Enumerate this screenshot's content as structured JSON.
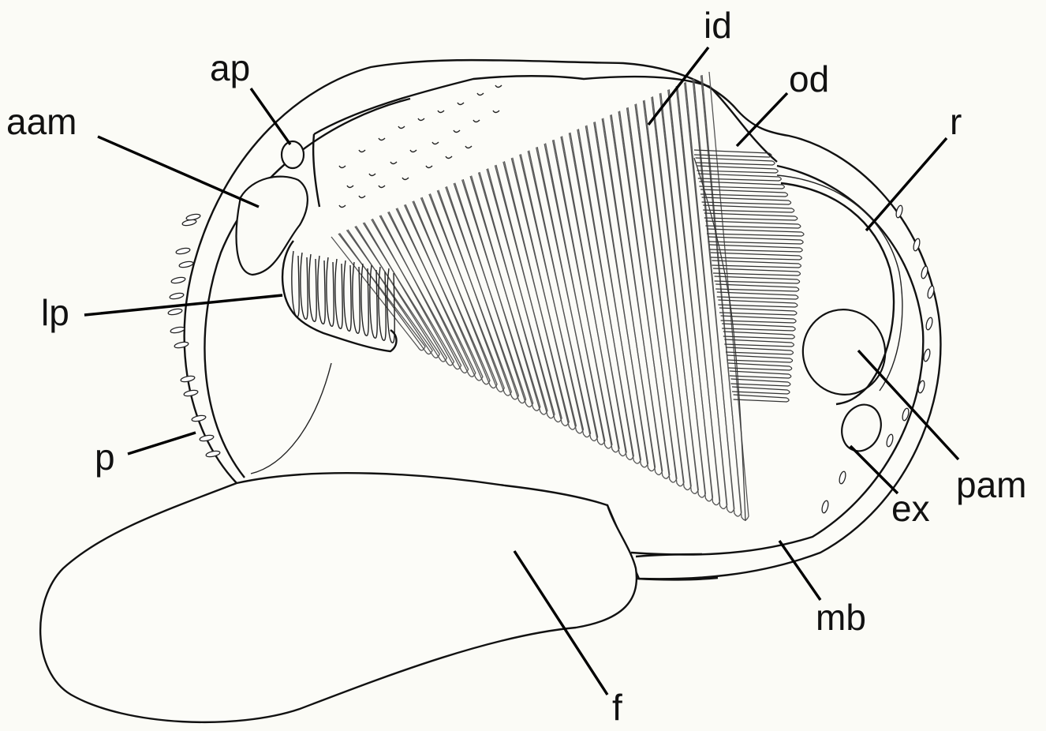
{
  "labels": {
    "ap": "ap",
    "aam": "aam",
    "lp": "lp",
    "p": "p",
    "id": "id",
    "od": "od",
    "r": "r",
    "pam": "pam",
    "ex": "ex",
    "mb": "mb",
    "f": "f"
  }
}
